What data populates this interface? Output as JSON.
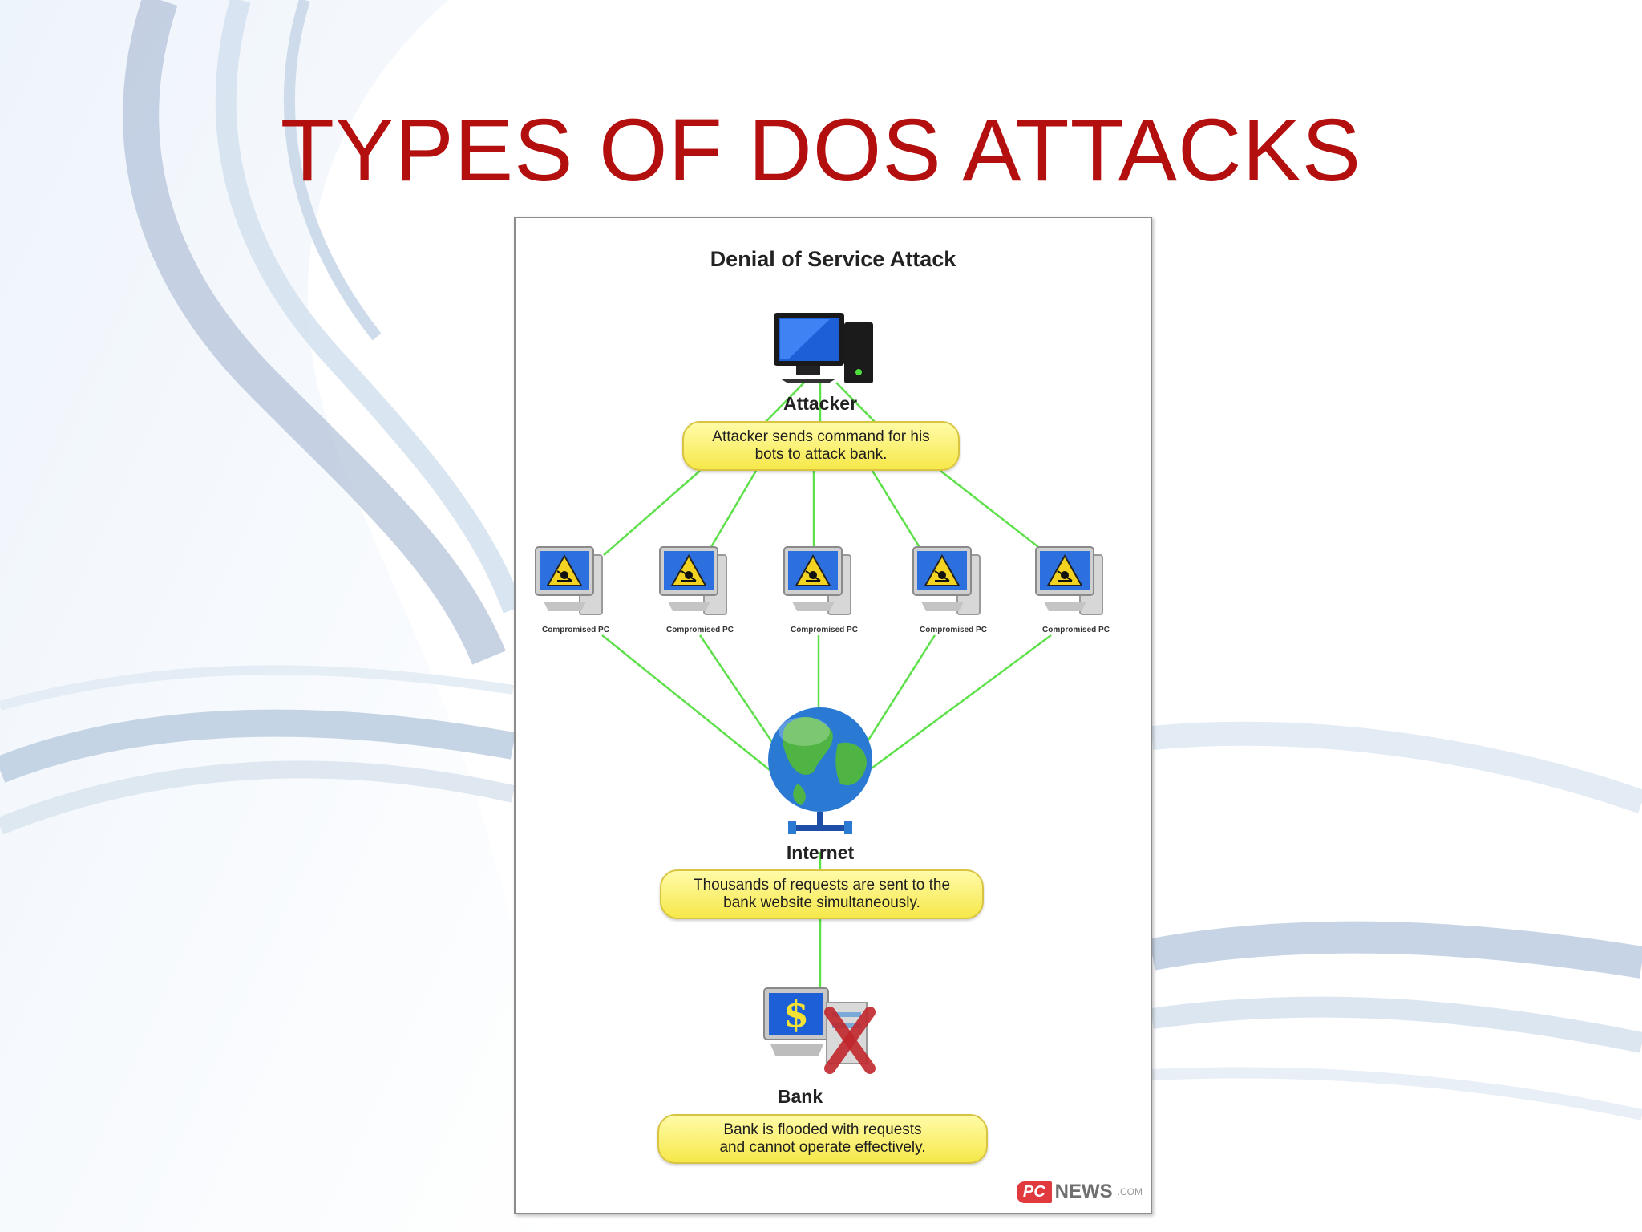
{
  "slide": {
    "title": "TYPES OF DOS ATTACKS"
  },
  "diagram": {
    "title": "Denial of Service Attack",
    "attacker": {
      "label": "Attacker",
      "callout": "Attacker sends command for his\nbots to attack bank."
    },
    "compromised_pcs": [
      {
        "label": "Compromised PC"
      },
      {
        "label": "Compromised PC"
      },
      {
        "label": "Compromised PC"
      },
      {
        "label": "Compromised PC"
      },
      {
        "label": "Compromised PC"
      }
    ],
    "internet": {
      "label": "Internet",
      "callout": "Thousands of requests are sent to the\nbank website simultaneously."
    },
    "bank": {
      "label": "Bank",
      "callout": "Bank is flooded with requests\nand cannot operate effectively."
    },
    "brand": {
      "mark": "PC",
      "name": "NEWS",
      "suffix": ".COM"
    },
    "colors": {
      "link": "#5de04a",
      "callout": "#f6e84a",
      "title": "#b30f0f"
    }
  }
}
